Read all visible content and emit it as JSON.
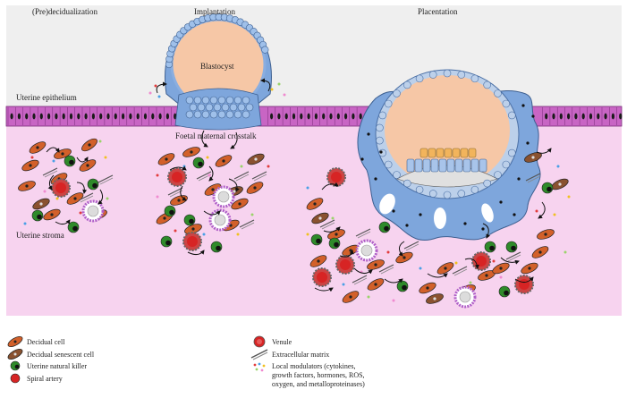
{
  "stages": {
    "predecidualization": "(Pre)decidualization",
    "implantation": "Implantation",
    "placentation": "Placentation"
  },
  "labels": {
    "blastocyst": "Blastocyst",
    "uterine_epithelium": "Uterine epithelium",
    "foetal_maternal_crosstalk": "Foetal maternal crosstalk",
    "uterine_stroma": "Uterine stroma"
  },
  "legend": {
    "decidual_cell": "Decidual cell",
    "decidual_senescent_cell": "Decidual senescent cell",
    "uterine_nk": "Uterine natural killer",
    "spiral_artery": "Spiral artery",
    "venule": "Venule",
    "extracellular_matrix": "Extracellular matrix",
    "local_modulators": "Local modulators (cytokines, growth factors, hormones, ROS, oxygen, and metalloproteinases)",
    "local_modulators_lines": [
      "Local modulators (cytokines,",
      "growth factors, hormones, ROS,",
      "oxygen, and metalloproteinases)"
    ]
  },
  "colors": {
    "sky": "#efefef",
    "stroma": "#f7d3ef",
    "epithelium": "#c865c4",
    "trophoblast": "#8aaee0",
    "blastocoel": "#f6c7a6",
    "decidual_cell": "#d2602a",
    "senescent_cell": "#8a5230",
    "uterine_nk": "#2f8a2a",
    "vessel_red": "#d72424",
    "spiral_artery_ring": "#b060c8"
  }
}
